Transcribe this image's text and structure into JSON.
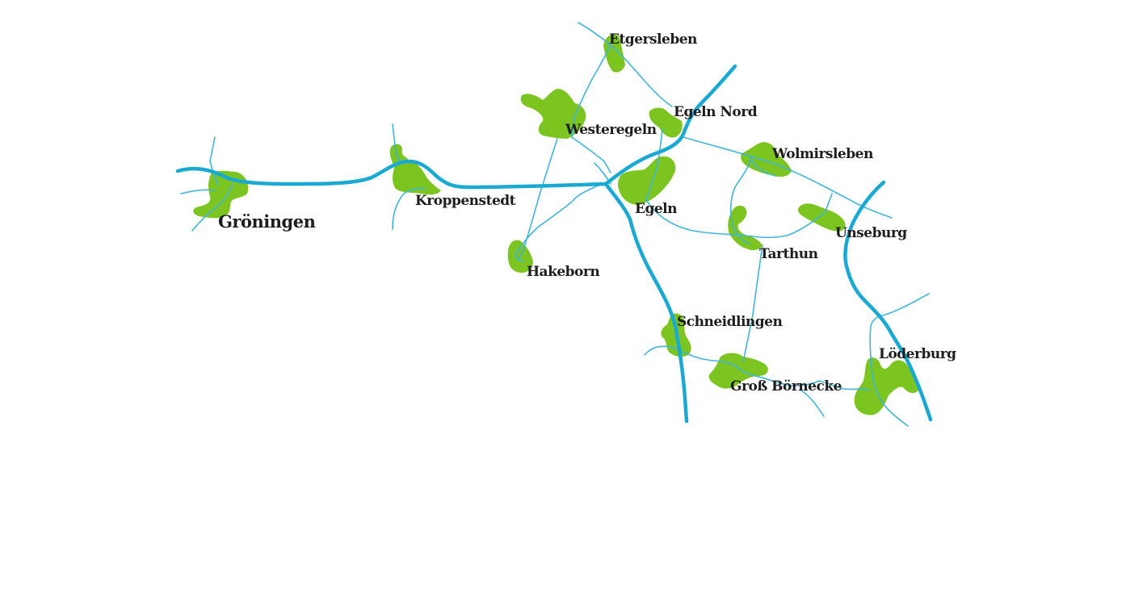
{
  "map": {
    "colors": {
      "main_road": "#19a9d2",
      "minor_road": "#3fb5d8",
      "town_fill": "#7cc520"
    },
    "towns": [
      {
        "id": "groeningen",
        "label": "Gröningen"
      },
      {
        "id": "kroppenstedt",
        "label": "Kroppenstedt"
      },
      {
        "id": "etgersleben",
        "label": "Etgersleben"
      },
      {
        "id": "westeregeln",
        "label": "Westeregeln"
      },
      {
        "id": "egeln-nord",
        "label": "Egeln Nord"
      },
      {
        "id": "wolmirsleben",
        "label": "Wolmirsleben"
      },
      {
        "id": "egeln",
        "label": "Egeln"
      },
      {
        "id": "hakeborn",
        "label": "Hakeborn"
      },
      {
        "id": "tarthun",
        "label": "Tarthun"
      },
      {
        "id": "unseburg",
        "label": "Unseburg"
      },
      {
        "id": "schneidlingen",
        "label": "Schneidlingen"
      },
      {
        "id": "gross-boernecke",
        "label": "Groß Börnecke"
      },
      {
        "id": "loederburg",
        "label": "Löderburg"
      }
    ]
  }
}
